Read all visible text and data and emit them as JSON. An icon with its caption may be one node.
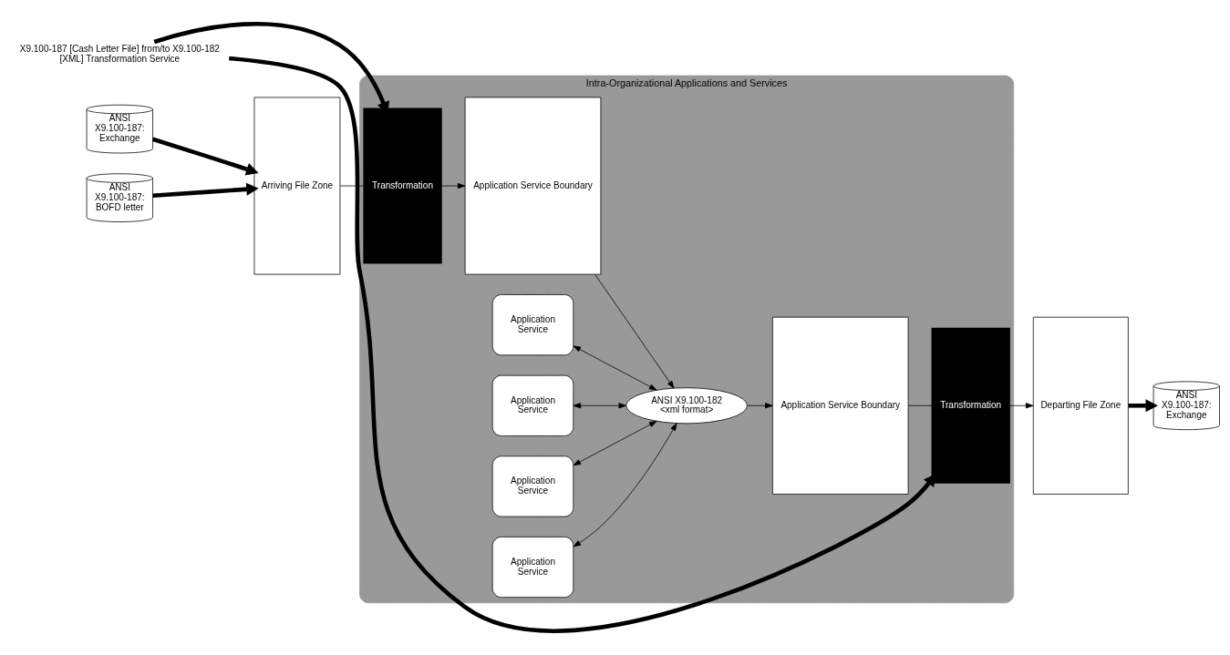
{
  "diagram": {
    "nodes": [
      {
        "text": [
          "Intra-Organizational Applications and Services"
        ]
      },
      {
        "text": [
          "ANSI X9.100-187: Exchange"
        ]
      },
      {
        "text": [
          "ANSI X9.100-187: BOFD letter"
        ]
      },
      {
        "text": [
          "Arriving File Zone"
        ]
      },
      {
        "text": [
          "Transformation"
        ],
        "in": 0
      },
      {
        "text": [
          "Application Service Boundary"
        ],
        "in": 0
      },
      {
        "text": [
          "Application Service"
        ],
        "in": 0
      },
      {
        "text": [
          "Application Service"
        ],
        "in": 0
      },
      {
        "text": [
          "ANSI X9.100-182 <xml format>"
        ],
        "in": 0
      },
      {
        "text": [
          "Application Service"
        ],
        "in": 0
      },
      {
        "text": [
          "Application Service"
        ],
        "in": 0
      },
      {
        "text": [
          "Application Service Boundary"
        ],
        "in": 0
      },
      {
        "text": [
          "Transformation"
        ],
        "in": 0
      },
      {
        "text": [
          "Departing File Zone"
        ]
      },
      {
        "text": [
          "ANSI X9.100-187: Exchange"
        ]
      },
      {
        "text": [
          "X9.100-187 [Cash Letter File] from/to X9.100-182 [XML] Transformation Service"
        ]
      }
    ],
    "edges": [
      {
        "from": 1,
        "to": 3,
        "arrow": "to",
        "style": "thick"
      },
      {
        "from": 2,
        "to": 3,
        "arrow": "to",
        "style": "thick"
      },
      {
        "from": 3,
        "to": 4,
        "arrow": "none"
      },
      {
        "from": 4,
        "to": 5,
        "arrow": "to"
      },
      {
        "from": 5,
        "to": 8,
        "arrow": "to"
      },
      {
        "from": 6,
        "to": 8,
        "arrow": "both"
      },
      {
        "from": 7,
        "to": 8,
        "arrow": "both"
      },
      {
        "from": 9,
        "to": 8,
        "arrow": "both"
      },
      {
        "from": 10,
        "to": 8,
        "arrow": "both"
      },
      {
        "from": 8,
        "to": 11,
        "arrow": "to"
      },
      {
        "from": 11,
        "to": 12,
        "arrow": "none"
      },
      {
        "from": 12,
        "to": 13,
        "arrow": "to"
      },
      {
        "from": 13,
        "to": 14,
        "arrow": "to",
        "style": "thick"
      },
      {
        "from": 15,
        "to": 4,
        "arrow": "to",
        "style": "thick"
      },
      {
        "from": 15,
        "to": 12,
        "arrow": "to",
        "style": "thick"
      }
    ]
  }
}
